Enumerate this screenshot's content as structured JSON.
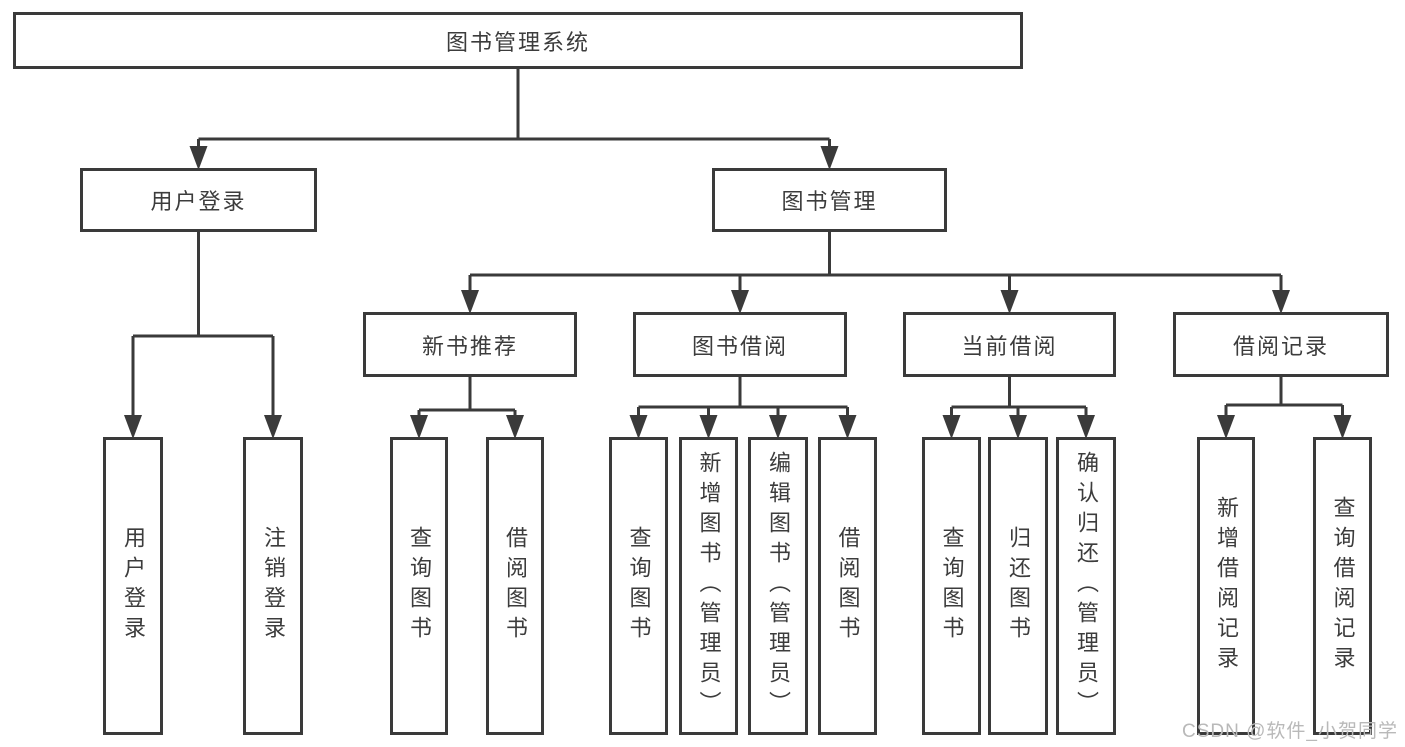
{
  "diagram": {
    "title": "图书管理系统",
    "watermark": "CSDN @软件_小贺同学",
    "colors": {
      "line": "#3a3a3a",
      "box_border": "#3a3a3a",
      "text": "#3c3c3c",
      "watermark": "#b9b9b9",
      "background": "#ffffff"
    },
    "nodes": [
      {
        "id": "root",
        "label": "图书管理系统",
        "level": 1,
        "parent": null,
        "orientation": "horizontal"
      },
      {
        "id": "user-login",
        "label": "用户登录",
        "level": 2,
        "parent": "root",
        "orientation": "horizontal"
      },
      {
        "id": "book-mgmt",
        "label": "图书管理",
        "level": 2,
        "parent": "root",
        "orientation": "horizontal"
      },
      {
        "id": "new-book-rec",
        "label": "新书推荐",
        "level": 3,
        "parent": "book-mgmt",
        "orientation": "horizontal"
      },
      {
        "id": "book-borrow",
        "label": "图书借阅",
        "level": 3,
        "parent": "book-mgmt",
        "orientation": "horizontal"
      },
      {
        "id": "current-borrow",
        "label": "当前借阅",
        "level": 3,
        "parent": "book-mgmt",
        "orientation": "horizontal"
      },
      {
        "id": "borrow-records",
        "label": "借阅记录",
        "level": 3,
        "parent": "book-mgmt",
        "orientation": "horizontal"
      },
      {
        "id": "leaf-user-login",
        "label": "用户登录",
        "level": 4,
        "parent": "user-login",
        "orientation": "vertical"
      },
      {
        "id": "leaf-logout",
        "label": "注销登录",
        "level": 4,
        "parent": "user-login",
        "orientation": "vertical"
      },
      {
        "id": "leaf-rec-query",
        "label": "查询图书",
        "level": 4,
        "parent": "new-book-rec",
        "orientation": "vertical"
      },
      {
        "id": "leaf-rec-borrow",
        "label": "借阅图书",
        "level": 4,
        "parent": "new-book-rec",
        "orientation": "vertical"
      },
      {
        "id": "leaf-bb-query",
        "label": "查询图书",
        "level": 4,
        "parent": "book-borrow",
        "orientation": "vertical"
      },
      {
        "id": "leaf-bb-add",
        "label": "新增图书（管理员）",
        "level": 4,
        "parent": "book-borrow",
        "orientation": "vertical"
      },
      {
        "id": "leaf-bb-edit",
        "label": "编辑图书（管理员）",
        "level": 4,
        "parent": "book-borrow",
        "orientation": "vertical"
      },
      {
        "id": "leaf-bb-borrow",
        "label": "借阅图书",
        "level": 4,
        "parent": "book-borrow",
        "orientation": "vertical"
      },
      {
        "id": "leaf-cb-query",
        "label": "查询图书",
        "level": 4,
        "parent": "current-borrow",
        "orientation": "vertical"
      },
      {
        "id": "leaf-cb-return",
        "label": "归还图书",
        "level": 4,
        "parent": "current-borrow",
        "orientation": "vertical"
      },
      {
        "id": "leaf-cb-confirm",
        "label": "确认归还（管理员）",
        "level": 4,
        "parent": "current-borrow",
        "orientation": "vertical"
      },
      {
        "id": "leaf-br-add",
        "label": "新增借阅记录",
        "level": 4,
        "parent": "borrow-records",
        "orientation": "vertical"
      },
      {
        "id": "leaf-br-query",
        "label": "查询借阅记录",
        "level": 4,
        "parent": "borrow-records",
        "orientation": "vertical"
      }
    ]
  }
}
